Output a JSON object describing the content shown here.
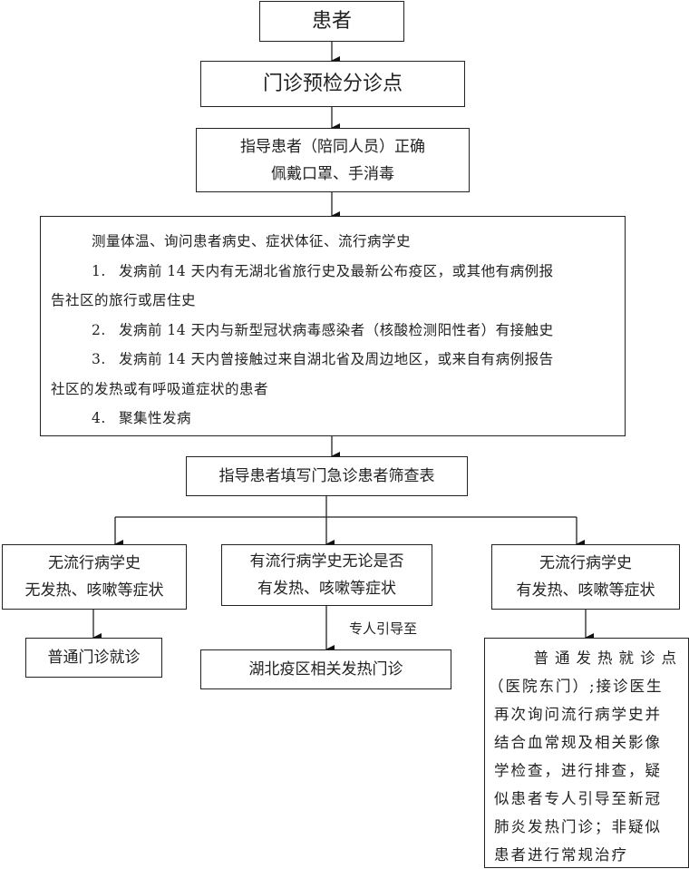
{
  "nodes": {
    "patient": "患者",
    "triage_point": "门诊预检分诊点",
    "guide_mask": {
      "line1": "指导患者（陪同人员）正确",
      "line2": "佩戴口罩、手消毒"
    },
    "measure": {
      "intro": "测量体温、询问患者病史、症状体征、流行病学史",
      "items": [
        {
          "num": "1.",
          "line1": "发病前 14 天内有无湖北省旅行史及最新公布疫区，或其他有病例报",
          "line2": "告社区的旅行或居住史"
        },
        {
          "num": "2.",
          "line1": "发病前 14 天内与新型冠状病毒感染者（核酸检测阳性者）有接触史",
          "line2": ""
        },
        {
          "num": "3.",
          "line1": "发病前 14 天内曾接触过来自湖北省及周边地区，或来自有病例报告",
          "line2": "社区的发热或有呼吸道症状的患者"
        },
        {
          "num": "4.",
          "line1": "聚集性发病",
          "line2": ""
        }
      ]
    },
    "screening_form": "指导患者填写门急诊患者筛查表",
    "branch_left": {
      "line1": "无流行病学史",
      "line2": "无发热、咳嗽等症状"
    },
    "branch_middle": {
      "line1": "有流行病学史无论是否",
      "line2": "有发热、咳嗽等症状"
    },
    "branch_right": {
      "line1": "无流行病学史",
      "line2": "有发热、咳嗽等症状"
    },
    "outcome_left": "普通门诊就诊",
    "middle_edge_label": "专人引导至",
    "outcome_middle": "湖北疫区相关发热门诊",
    "outcome_right": {
      "lines": [
        "普通发热就诊点",
        "（医院东门）;接诊医生",
        "再次询问流行病学史并",
        "结合血常规及相关影像",
        "学检查，进行排查，疑",
        "似患者专人引导至新冠",
        "肺炎发热门诊；非疑似",
        "患者进行常规治疗"
      ]
    }
  }
}
